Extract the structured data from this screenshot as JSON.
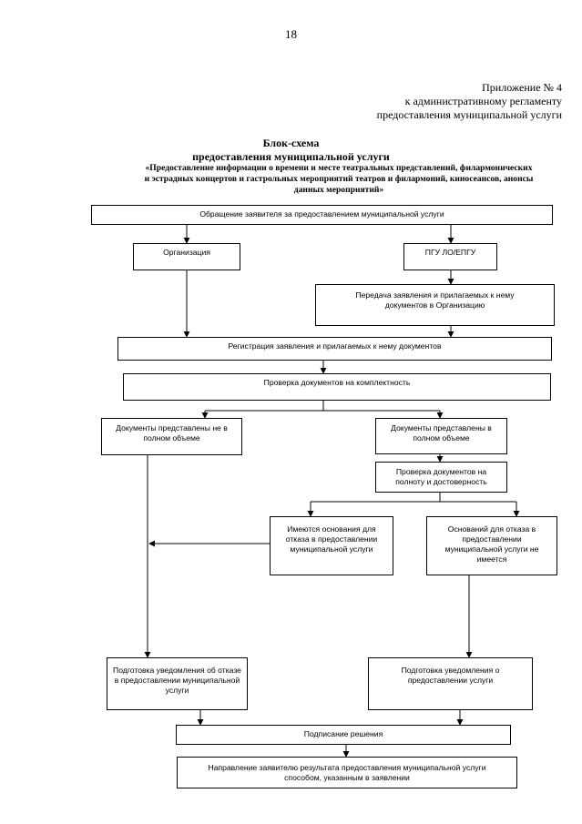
{
  "page_number": "18",
  "appendix": {
    "line1": "Приложение № 4",
    "line2": "к административному регламенту",
    "line3": "предоставления муниципальной услуги"
  },
  "title": {
    "line1": "Блок-схема",
    "line2": "предоставления муниципальной услуги",
    "sub1": "«Предоставление информации о времени и месте театральных представлений, филармонических",
    "sub2": "и эстрадных концертов и гастрольных мероприятий театров и филармоний, киносеансов, анонсы",
    "sub3": "данных мероприятий»"
  },
  "boxes": {
    "appeal": "Обращение заявителя за предоставлением муниципальной услуги",
    "organization": "Организация",
    "pgu": "ПГУ ЛО/ЕПГУ",
    "transfer": "Передача заявления и прилагаемых к нему документов в Организацию",
    "registration": "Регистрация заявления и прилагаемых к нему документов",
    "check_complete": "Проверка документов на комплектность",
    "docs_incomplete": "Документы представлены не в полном объеме",
    "docs_complete": "Документы представлены в полном объеме",
    "check_validity": "Проверка документов на полноту и достоверность",
    "refusal_grounds": "Имеются основания для отказа в предоставлении муниципальной услуги",
    "no_refusal_grounds": "Оснований для отказа в предоставлении муниципальной услуги не имеется",
    "refusal_notice": "Подготовка уведомления об отказе в предоставлении муниципальной услуги",
    "provision_notice": "Подготовка уведомления о предоставлении услуги",
    "signing": "Подписание решения",
    "result": "Направление заявителю результата предоставления муниципальной услуги способом, указанным в заявлении"
  }
}
